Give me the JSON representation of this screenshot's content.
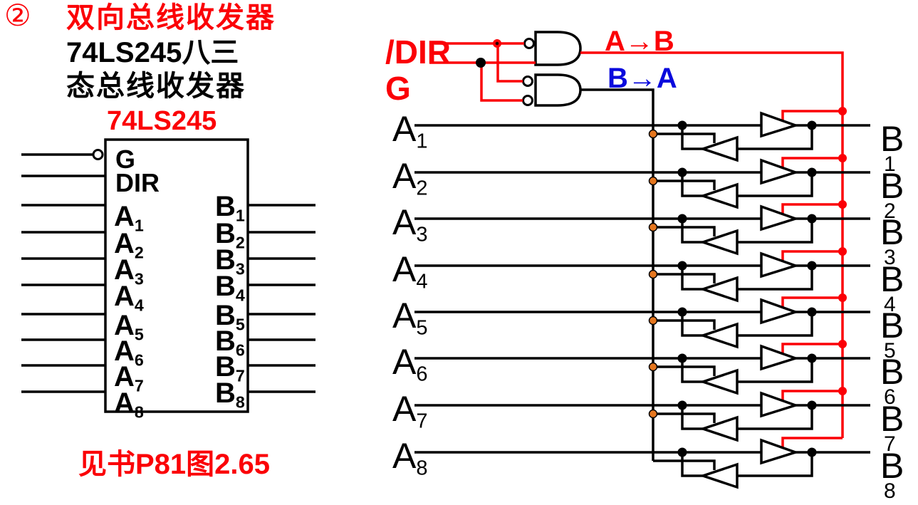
{
  "slide": {
    "bullet_number": "②",
    "heading": "双向总线收发器",
    "subheading_line1": "74LS245八三",
    "subheading_line2": "态总线收发器",
    "chip_title": "74LS245",
    "reference": "见书P81图2.65"
  },
  "chip": {
    "control_pins": [
      {
        "label": "G",
        "bubble": true
      },
      {
        "label": "DIR",
        "bubble": false
      }
    ],
    "a_pins": [
      {
        "base": "A",
        "sub": "1"
      },
      {
        "base": "A",
        "sub": "2"
      },
      {
        "base": "A",
        "sub": "3"
      },
      {
        "base": "A",
        "sub": "4"
      },
      {
        "base": "A",
        "sub": "5"
      },
      {
        "base": "A",
        "sub": "6"
      },
      {
        "base": "A",
        "sub": "7"
      },
      {
        "base": "A",
        "sub": "8"
      }
    ],
    "b_pins": [
      {
        "base": "B",
        "sub": "1"
      },
      {
        "base": "B",
        "sub": "2"
      },
      {
        "base": "B",
        "sub": "3"
      },
      {
        "base": "B",
        "sub": "4"
      },
      {
        "base": "B",
        "sub": "5"
      },
      {
        "base": "B",
        "sub": "6"
      },
      {
        "base": "B",
        "sub": "7"
      },
      {
        "base": "B",
        "sub": "8"
      }
    ]
  },
  "circuit": {
    "direction_label": "/DIR",
    "enable_label": "G",
    "a_to_b_label": "A→B",
    "b_to_a_label": "B→A",
    "channels": [
      {
        "a_base": "A",
        "a_sub": "1",
        "b_base": "B",
        "b_sub": "1"
      },
      {
        "a_base": "A",
        "a_sub": "2",
        "b_base": "B",
        "b_sub": "2"
      },
      {
        "a_base": "A",
        "a_sub": "3",
        "b_base": "B",
        "b_sub": "3"
      },
      {
        "a_base": "A",
        "a_sub": "4",
        "b_base": "B",
        "b_sub": "4"
      },
      {
        "a_base": "A",
        "a_sub": "5",
        "b_base": "B",
        "b_sub": "5"
      },
      {
        "a_base": "A",
        "a_sub": "6",
        "b_base": "B",
        "b_sub": "6"
      },
      {
        "a_base": "A",
        "a_sub": "7",
        "b_base": "B",
        "b_sub": "7"
      },
      {
        "a_base": "A",
        "a_sub": "8",
        "b_base": "B",
        "b_sub": "8"
      }
    ]
  },
  "colors": {
    "red": "#fb0006",
    "blue": "#0909dd",
    "orange": "#e5761e",
    "black": "#000000"
  }
}
